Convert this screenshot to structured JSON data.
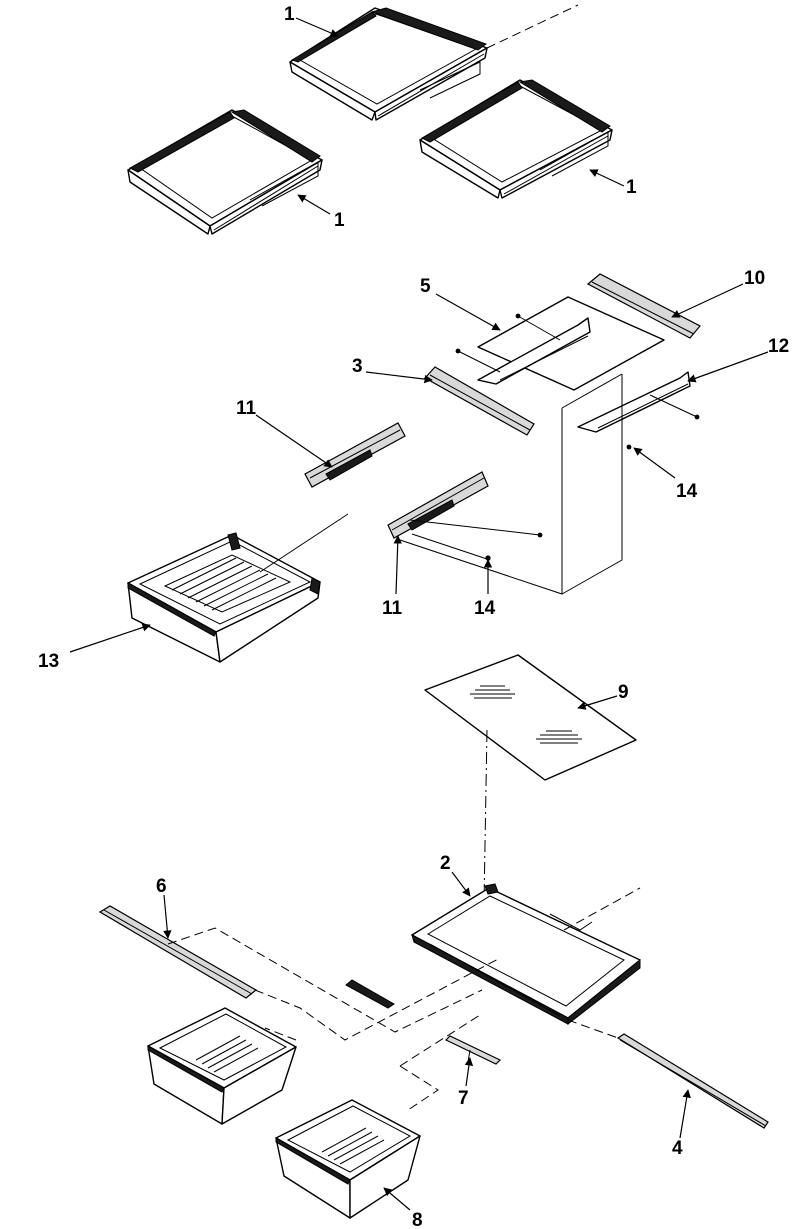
{
  "callouts": {
    "c1a": "1",
    "c1b": "1",
    "c1c": "1",
    "c2": "2",
    "c3": "3",
    "c4": "4",
    "c5": "5",
    "c6": "6",
    "c7": "7",
    "c8": "8",
    "c9": "9",
    "c10": "10",
    "c11a": "11",
    "c11b": "11",
    "c12": "12",
    "c13": "13",
    "c14a": "14",
    "c14b": "14"
  }
}
